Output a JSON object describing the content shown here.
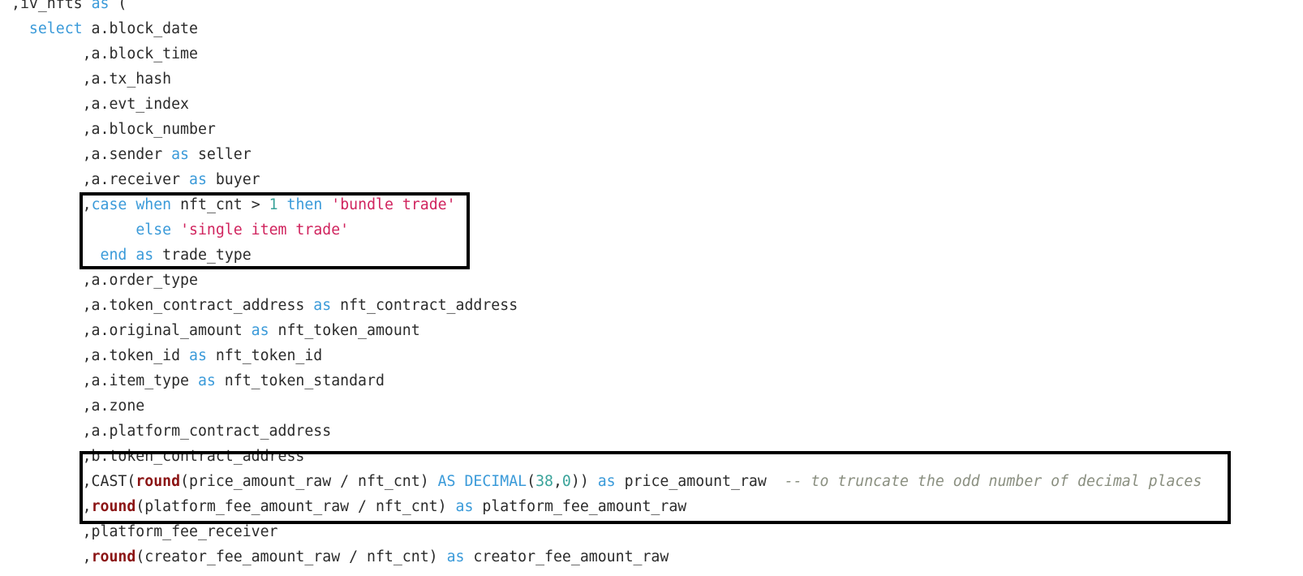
{
  "colors": {
    "keyword": "#3a9ad9",
    "string": "#d0245e",
    "number": "#3aa39a",
    "function": "#8b1414",
    "comment": "#8a8f80",
    "text": "#2b2b2b",
    "highlight_box": "#000000"
  },
  "lines": [
    [
      {
        "t": ",iv_nfts "
      },
      {
        "t": "as",
        "c": "kw"
      },
      {
        "t": " ("
      }
    ],
    [
      {
        "t": "  "
      },
      {
        "t": "select",
        "c": "kw"
      },
      {
        "t": " a.block_date"
      }
    ],
    [
      {
        "t": "        ,a.block_time"
      }
    ],
    [
      {
        "t": "        ,a.tx_hash"
      }
    ],
    [
      {
        "t": "        ,a.evt_index"
      }
    ],
    [
      {
        "t": "        ,a.block_number"
      }
    ],
    [
      {
        "t": "        ,a.sender "
      },
      {
        "t": "as",
        "c": "kw"
      },
      {
        "t": " seller"
      }
    ],
    [
      {
        "t": "        ,a.receiver "
      },
      {
        "t": "as",
        "c": "kw"
      },
      {
        "t": " buyer"
      }
    ],
    [
      {
        "t": "        ,"
      },
      {
        "t": "case",
        "c": "kw"
      },
      {
        "t": " "
      },
      {
        "t": "when",
        "c": "kw"
      },
      {
        "t": " nft_cnt > "
      },
      {
        "t": "1",
        "c": "num"
      },
      {
        "t": " "
      },
      {
        "t": "then",
        "c": "kw"
      },
      {
        "t": " "
      },
      {
        "t": "'bundle trade'",
        "c": "str"
      }
    ],
    [
      {
        "t": "              "
      },
      {
        "t": "else",
        "c": "kw"
      },
      {
        "t": " "
      },
      {
        "t": "'single item trade'",
        "c": "str"
      }
    ],
    [
      {
        "t": "          "
      },
      {
        "t": "end",
        "c": "kw"
      },
      {
        "t": " "
      },
      {
        "t": "as",
        "c": "kw"
      },
      {
        "t": " trade_type"
      }
    ],
    [
      {
        "t": "        ,a.order_type"
      }
    ],
    [
      {
        "t": "        ,a.token_contract_address "
      },
      {
        "t": "as",
        "c": "kw"
      },
      {
        "t": " nft_contract_address"
      }
    ],
    [
      {
        "t": "        ,a.original_amount "
      },
      {
        "t": "as",
        "c": "kw"
      },
      {
        "t": " nft_token_amount"
      }
    ],
    [
      {
        "t": "        ,a.token_id "
      },
      {
        "t": "as",
        "c": "kw"
      },
      {
        "t": " nft_token_id"
      }
    ],
    [
      {
        "t": "        ,a.item_type "
      },
      {
        "t": "as",
        "c": "kw"
      },
      {
        "t": " nft_token_standard"
      }
    ],
    [
      {
        "t": "        ,a.zone"
      }
    ],
    [
      {
        "t": "        ,a.platform_contract_address"
      }
    ],
    [
      {
        "t": "        ,b.token_contract_address"
      }
    ],
    [
      {
        "t": "        ,CAST("
      },
      {
        "t": "round",
        "c": "fn"
      },
      {
        "t": "(price_amount_raw / nft_cnt) "
      },
      {
        "t": "AS DECIMAL",
        "c": "kw"
      },
      {
        "t": "("
      },
      {
        "t": "38",
        "c": "num"
      },
      {
        "t": ","
      },
      {
        "t": "0",
        "c": "num"
      },
      {
        "t": ")) "
      },
      {
        "t": "as",
        "c": "kw"
      },
      {
        "t": " price_amount_raw  "
      },
      {
        "t": "-- to truncate the odd number of decimal places",
        "c": "cm"
      }
    ],
    [
      {
        "t": "        ,"
      },
      {
        "t": "round",
        "c": "fn"
      },
      {
        "t": "(platform_fee_amount_raw / nft_cnt) "
      },
      {
        "t": "as",
        "c": "kw"
      },
      {
        "t": " platform_fee_amount_raw"
      }
    ],
    [
      {
        "t": "        ,platform_fee_receiver"
      }
    ],
    [
      {
        "t": "        ,"
      },
      {
        "t": "round",
        "c": "fn"
      },
      {
        "t": "(creator_fee_amount_raw / nft_cnt) "
      },
      {
        "t": "as",
        "c": "kw"
      },
      {
        "t": " creator_fee_amount_raw"
      }
    ]
  ]
}
